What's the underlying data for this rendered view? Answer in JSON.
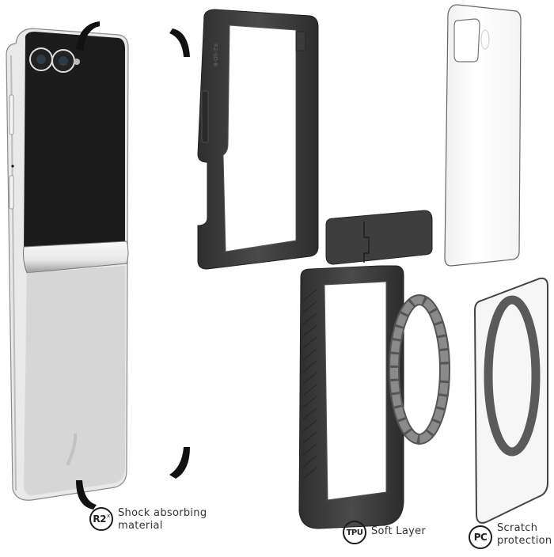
{
  "scene": {
    "description": "Exploded view of a flip-phone protective case with its layers",
    "background": "#ffffff"
  },
  "components": {
    "phone": {
      "name": "Flip phone (rear view)",
      "top_color": "#1b1b1b",
      "bottom_color": "#d5d5d5",
      "frame_color": "#e8e8e8"
    },
    "bumper_corners": {
      "name": "Shock absorbing corner pieces",
      "color": "#111111"
    },
    "upper_frame": {
      "name": "Upper TPU frame",
      "color": "#3c3c3c",
      "engraving": "R2"
    },
    "lower_frame": {
      "name": "Lower TPU frame with hinge cover",
      "color": "#3c3c3c"
    },
    "magnetic_ring": {
      "name": "Magnetic ring",
      "color": "#6a6a6a"
    },
    "upper_back_plate": {
      "name": "Clear upper back plate",
      "color": "#f7f7f7"
    },
    "lower_back_plate": {
      "name": "Clear lower back plate with ring print",
      "ring_color": "#5a5a5a"
    }
  },
  "labels": [
    {
      "badge": "R2",
      "badge_sup": "x",
      "line1": "Shock absorbing",
      "line2": "material"
    },
    {
      "badge": "TPU",
      "badge_sup": "",
      "line1": "Soft Layer",
      "line2": ""
    },
    {
      "badge": "PC",
      "badge_sup": "",
      "line1": "Scratch",
      "line2": "protection"
    }
  ]
}
